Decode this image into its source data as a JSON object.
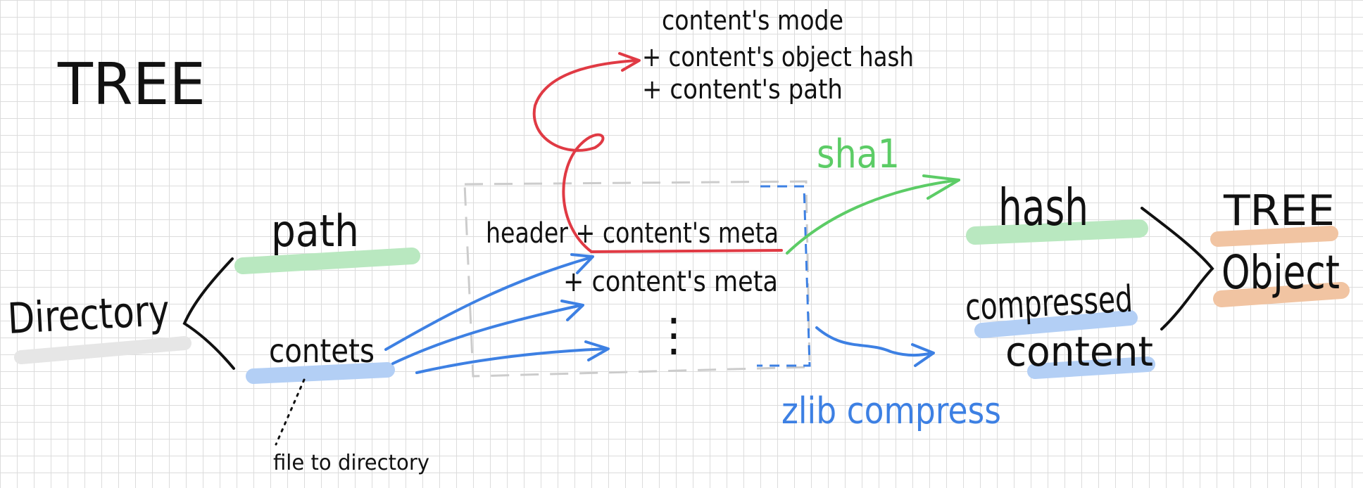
{
  "title": "TREE",
  "directory": {
    "label": "Directory",
    "path_label": "path",
    "contents_label": "contets",
    "contents_note": "file to directory"
  },
  "tree_content": {
    "header_line": "header + content's meta",
    "meta_line": "+ content's meta",
    "ellipsis": "⋮"
  },
  "meta_detail": {
    "line1": "content's mode",
    "line2": "+ content's  object hash",
    "line3": "+ content's  path"
  },
  "operations": {
    "sha1": "sha1",
    "zlib": "zlib compress"
  },
  "outputs": {
    "hash": "hash",
    "compressed": "compressed",
    "content": "content"
  },
  "result": {
    "line1": "TREE",
    "line2": "Object"
  },
  "colors": {
    "green": "#b9e8c0",
    "green_ink": "#5ccc66",
    "blue": "#b3cff5",
    "blue_ink": "#3d80e3",
    "orange": "#f1c4a2",
    "gray": "#e6e6e6",
    "red_ink": "#e03a44",
    "dashed_gray": "#cccccc"
  }
}
